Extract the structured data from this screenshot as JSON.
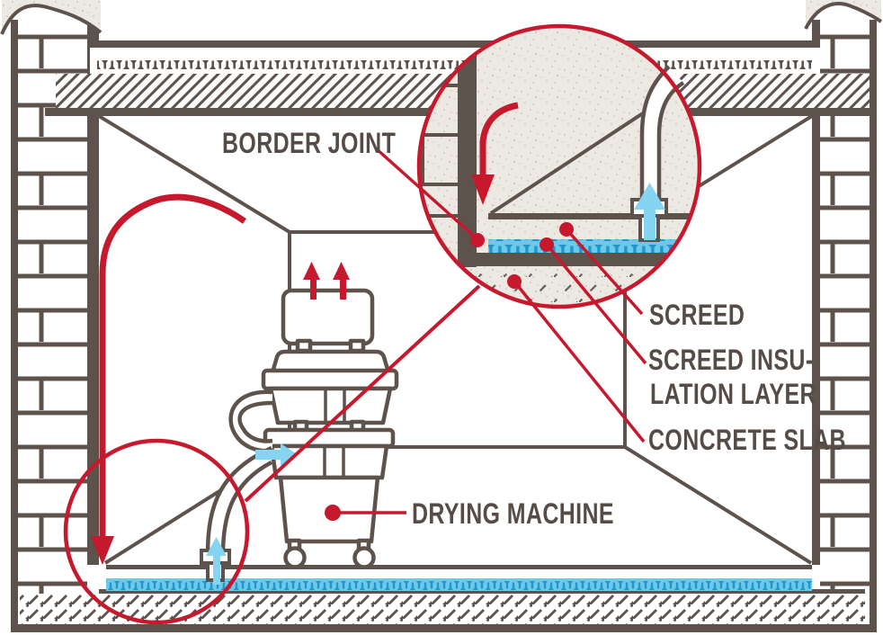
{
  "diagram": {
    "title_labels": {
      "border_joint": "BORDER JOINT",
      "screed": "SCREED",
      "screed_insulation_line1": "SCREED INSU-",
      "screed_insulation_line2": "LATION LAYER",
      "concrete_slab": "CONCRETE SLAB",
      "drying_machine": "DRYING MACHINE"
    },
    "colors": {
      "line_brown": "#5d534c",
      "label_brown": "#554b47",
      "accent_red": "#c6192e",
      "insulation_blue_bg": "#6cc9ea",
      "insulation_blue_glyph": "#1e97c9",
      "airflow_arrow_blue": "#85d4f2",
      "paper_beige": "#ece8e2"
    },
    "icons": {
      "exhaust_arrows": "red-up-arrows",
      "room_airflow_arrow": "red-curved-down-arrow",
      "inset_airflow_arrow": "red-curved-down-arrow",
      "intake_arrow": "blue-right-arrow",
      "suction_arrow_floor": "blue-up-arrow",
      "suction_arrow_inset": "blue-up-arrow"
    }
  }
}
